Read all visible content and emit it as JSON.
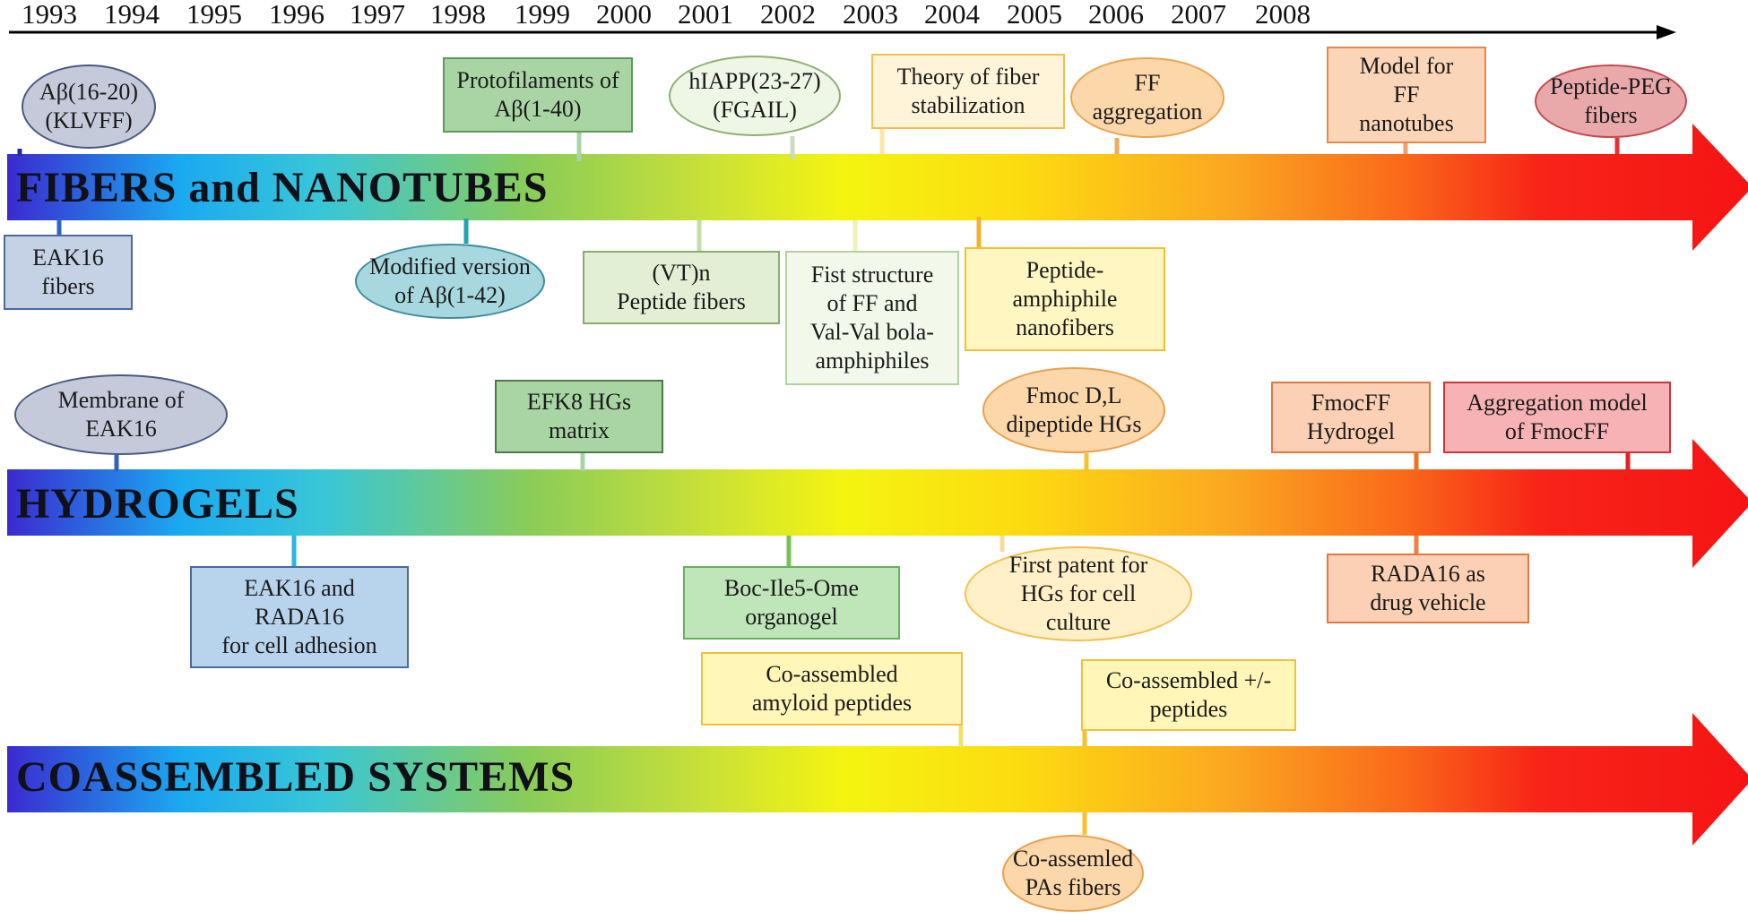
{
  "timeline": {
    "years": [
      "1993",
      "1994",
      "1995",
      "1996",
      "1997",
      "1998",
      "1999",
      "2000",
      "2001",
      "2002",
      "2003",
      "2004",
      "2005",
      "2006",
      "2007",
      "2008"
    ]
  },
  "bands": [
    {
      "title": "FIBERS and NANOTUBES"
    },
    {
      "title": "HYDROGELS"
    },
    {
      "title": "COASSEMBLED SYSTEMS"
    }
  ],
  "events": [
    {
      "text": "Aβ(16-20)\n(KLVFF)",
      "shape": "ellipse",
      "fill": "#c5cadb",
      "border": "#4a5a80",
      "connector": "#1f2f9a"
    },
    {
      "text": "EAK16\nfibers",
      "shape": "rect",
      "fill": "#c5d2e6",
      "border": "#4a6aa0",
      "connector": "#2d66c8"
    },
    {
      "text": "Modified version\nof Aβ(1-42)",
      "shape": "ellipse",
      "fill": "#a8d8df",
      "border": "#3f8ca0",
      "connector": "#22a4b4"
    },
    {
      "text": "Protofilaments of\nAβ(1-40)",
      "shape": "rect",
      "fill": "#a9d4a3",
      "border": "#5d9a5a",
      "connector": "#a6d4a4"
    },
    {
      "text": "(VT)n\nPeptide fibers",
      "shape": "rect",
      "fill": "#e2efd4",
      "border": "#8aad6f",
      "connector": "#c4dcb0"
    },
    {
      "text": "hIAPP(23-27)\n(FGAIL)",
      "shape": "ellipse",
      "fill": "#eef6e6",
      "border": "#8db072",
      "connector": "#c9dcbc"
    },
    {
      "text": "Fist structure\nof FF and\nVal-Val bola-\namphiphiles",
      "shape": "rect",
      "fill": "#f2f8ea",
      "border": "#b4d0a0",
      "connector": "#eef2b8"
    },
    {
      "text": "Theory of fiber\nstabilization",
      "shape": "rect",
      "fill": "#fff4d8",
      "border": "#f0c050",
      "connector": "#fbe6a2"
    },
    {
      "text": "Peptide-\namphiphile\nnanofibers",
      "shape": "rect",
      "fill": "#fff6c2",
      "border": "#f0c030",
      "connector": "#f3b330"
    },
    {
      "text": "FF\naggregation",
      "shape": "ellipse",
      "fill": "#fcd7aa",
      "border": "#eaa452",
      "connector": "#f0aa60"
    },
    {
      "text": "Model for\nFF\nnanotubes",
      "shape": "rect",
      "fill": "#fbd5b8",
      "border": "#e08a50",
      "connector": "#f0a070"
    },
    {
      "text": "Peptide-PEG\nfibers",
      "shape": "ellipse",
      "fill": "#e9a9ab",
      "border": "#c44a4e",
      "connector": "#e83030"
    },
    {
      "text": "Membrane of\nEAK16",
      "shape": "ellipse",
      "fill": "#c5cadb",
      "border": "#4a5a80",
      "connector": "#3060c0"
    },
    {
      "text": "EAK16 and\nRADA16\nfor cell adhesion",
      "shape": "rect",
      "fill": "#b7d4ec",
      "border": "#4a6aa0",
      "connector": "#2bb4e6"
    },
    {
      "text": "EFK8 HGs\nmatrix",
      "shape": "rect",
      "fill": "#a9d4a3",
      "border": "#4d7a4a",
      "connector": "#a6d4a4"
    },
    {
      "text": "Boc-Ile5-Ome\norganogel",
      "shape": "rect",
      "fill": "#bfe6b8",
      "border": "#6ab060",
      "connector": "#78c058"
    },
    {
      "text": "Fmoc D,L\ndipeptide HGs",
      "shape": "ellipse",
      "fill": "#fcd7aa",
      "border": "#e8a04e",
      "connector": "#f7c230"
    },
    {
      "text": "First patent for\nHGs for cell\nculture",
      "shape": "ellipse",
      "fill": "#fff0c8",
      "border": "#f0c050",
      "connector": "#f6dc9a"
    },
    {
      "text": "FmocFF\nHydrogel",
      "shape": "rect",
      "fill": "#fbd0b4",
      "border": "#e07840",
      "connector": "#f07020"
    },
    {
      "text": "RADA16 as\ndrug vehicle",
      "shape": "rect",
      "fill": "#fbd0b4",
      "border": "#e07840",
      "connector": "#f08040"
    },
    {
      "text": "Aggregation model\nof FmocFF",
      "shape": "rect",
      "fill": "#f6b2b4",
      "border": "#d03438",
      "connector": "#e82020"
    },
    {
      "text": "Co-assembled\namyloid peptides",
      "shape": "rect",
      "fill": "#fff6b8",
      "border": "#f0c040",
      "connector": "#f2e070"
    },
    {
      "text": "Co-assembled +/-\npeptides",
      "shape": "rect",
      "fill": "#fff6b8",
      "border": "#f0c040",
      "connector": "#f7c230"
    },
    {
      "text": "Co-assemled\nPAs fibers",
      "shape": "ellipse",
      "fill": "#fcd7aa",
      "border": "#e8a04e",
      "connector": "#f7c230"
    }
  ]
}
